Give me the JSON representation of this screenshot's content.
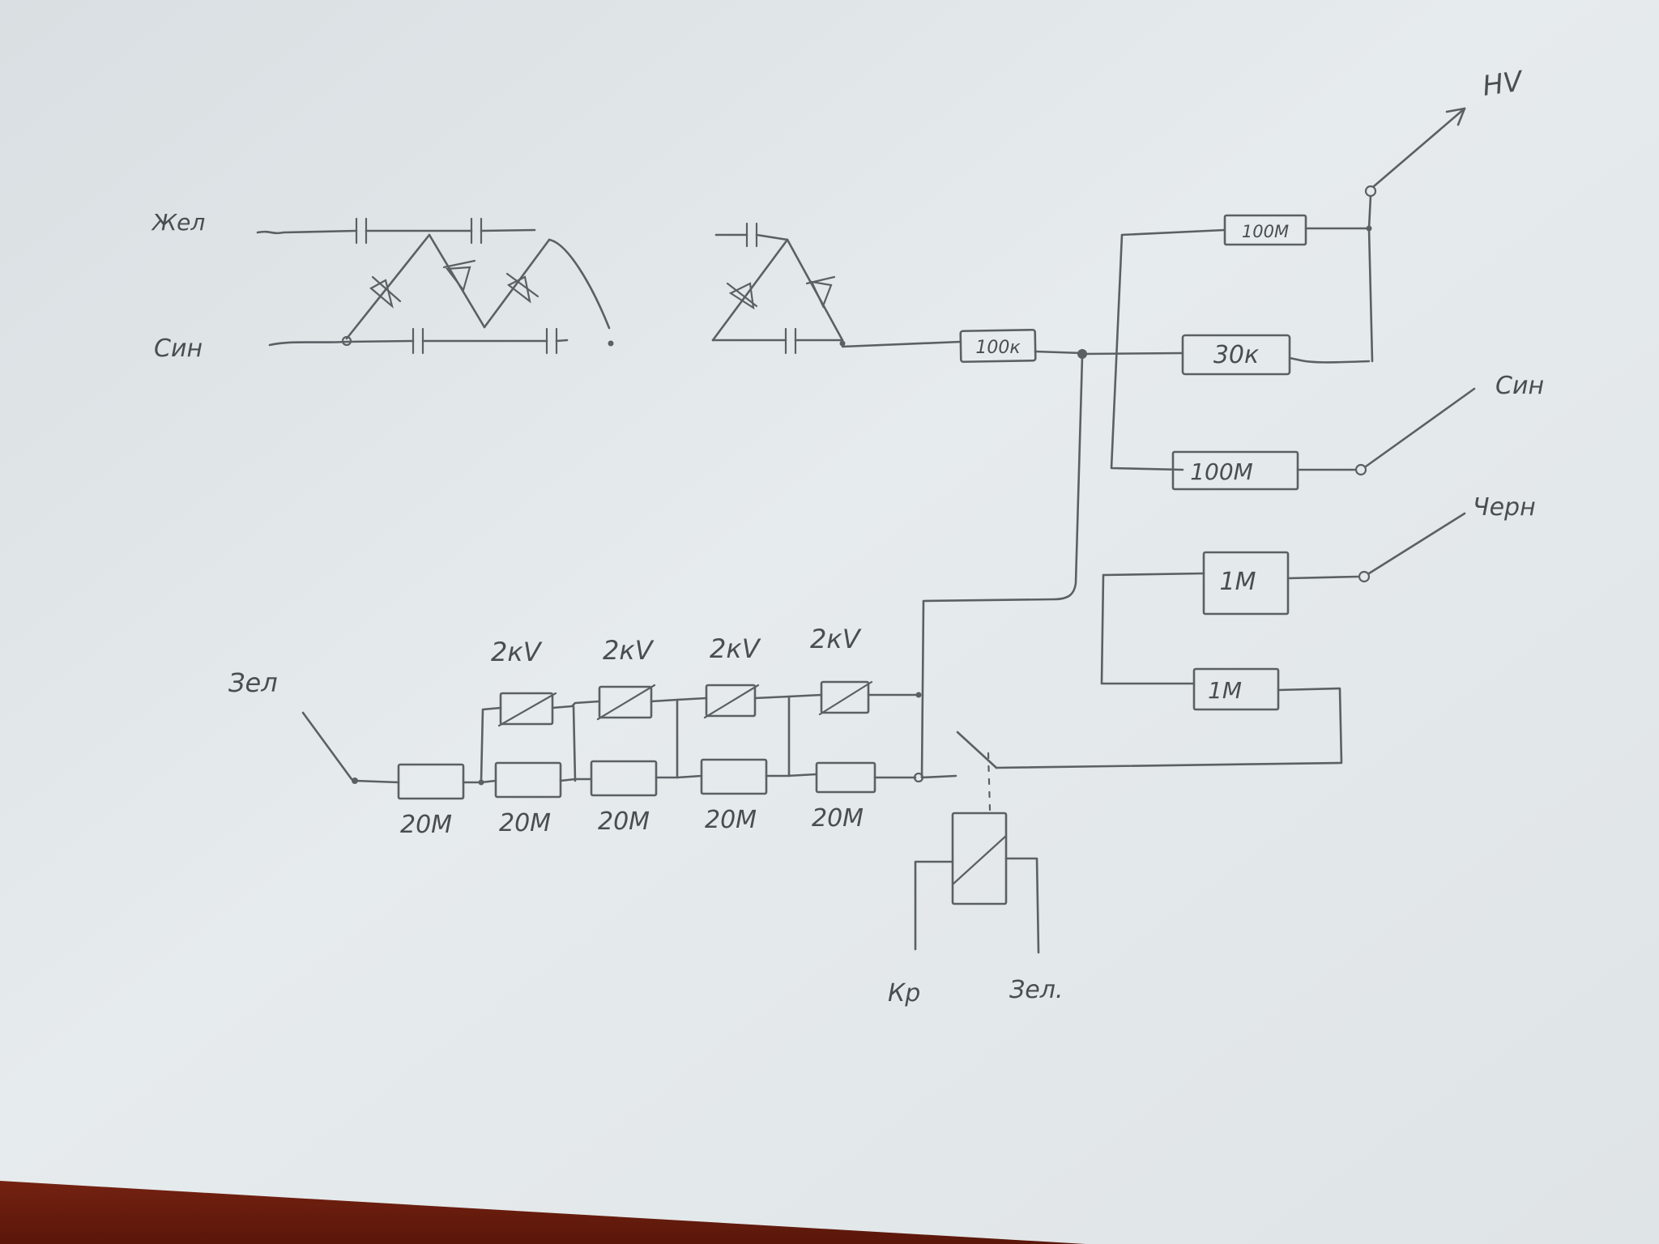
{
  "labels": {
    "input_yellow": "Жел",
    "input_blue": "Син",
    "hv": "HV",
    "out_blue": "Син",
    "out_black": "Черн",
    "green_left": "Зел",
    "relay_red": "Кр",
    "relay_green": "Зел."
  },
  "resistors": {
    "r_100k": "100к",
    "r_100m_top": "100М",
    "r_30k": "30к",
    "r_100m_mid": "100М",
    "r_1m_top": "1М",
    "r_1m_bottom": "1М",
    "r_20m_1": "20М",
    "r_20m_2": "20М",
    "r_20m_3": "20М",
    "r_20m_4": "20М",
    "r_20m_5": "20М"
  },
  "varistors": {
    "v1": "2кV",
    "v2": "2кV",
    "v3": "2кV",
    "v4": "2кV"
  },
  "colors": {
    "paper": "#e3e8ea",
    "ink": "#5b6064",
    "table_edge": "#8a2a14"
  }
}
